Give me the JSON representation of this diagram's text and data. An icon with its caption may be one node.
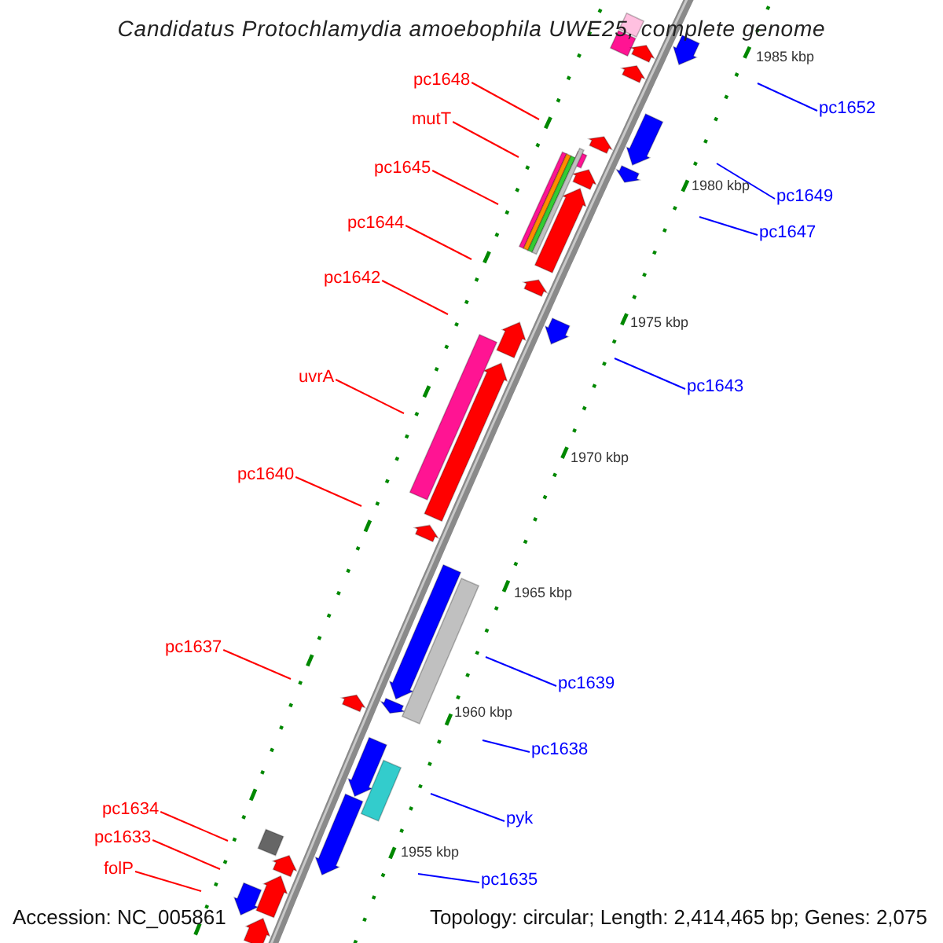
{
  "diagram": {
    "title": "Candidatus Protochlamydia amoebophila UWE25, complete genome",
    "nodes": [
      {
        "text": [
          "pc1648"
        ]
      },
      {
        "text": [
          "pc1652"
        ]
      },
      {
        "text": [
          "mutT"
        ]
      },
      {
        "text": [
          "pc1645"
        ]
      },
      {
        "text": [
          "pc1649"
        ]
      },
      {
        "text": [
          "pc1644"
        ]
      },
      {
        "text": [
          "pc1647"
        ]
      },
      {
        "text": [
          "pc1642"
        ]
      },
      {
        "text": [
          "uvrA"
        ]
      },
      {
        "text": [
          "pc1643"
        ]
      },
      {
        "text": [
          "pc1640"
        ]
      },
      {
        "text": [
          "pc1637"
        ]
      },
      {
        "text": [
          "pc1639"
        ]
      },
      {
        "text": [
          "pc1638"
        ]
      },
      {
        "text": [
          "pc1634"
        ]
      },
      {
        "text": [
          "pyk"
        ]
      },
      {
        "text": [
          "pc1633"
        ]
      },
      {
        "text": [
          "folP"
        ]
      },
      {
        "text": [
          "pc1635"
        ]
      }
    ],
    "edges": [
      {
        "from": 0,
        "to": null,
        "arrow": "none"
      },
      {
        "from": 1,
        "to": null,
        "arrow": "none",
        "color": "#0000ff"
      },
      {
        "from": 2,
        "to": null,
        "arrow": "none"
      },
      {
        "from": 3,
        "to": null,
        "arrow": "none"
      },
      {
        "from": 4,
        "to": null,
        "arrow": "none",
        "color": "#0000ff"
      },
      {
        "from": 5,
        "to": null,
        "arrow": "none"
      },
      {
        "from": 6,
        "to": null,
        "arrow": "none",
        "color": "#0000ff"
      },
      {
        "from": 7,
        "to": null,
        "arrow": "none"
      },
      {
        "from": 8,
        "to": null,
        "arrow": "none"
      },
      {
        "from": 9,
        "to": null,
        "arrow": "none",
        "color": "#0000ff"
      },
      {
        "from": 10,
        "to": null,
        "arrow": "none"
      },
      {
        "from": 11,
        "to": null,
        "arrow": "none"
      },
      {
        "from": 12,
        "to": null,
        "arrow": "none",
        "color": "#0000ff"
      },
      {
        "from": 13,
        "to": null,
        "arrow": "none",
        "color": "#0000ff"
      },
      {
        "from": 14,
        "to": null,
        "arrow": "none"
      },
      {
        "from": 15,
        "to": null,
        "arrow": "none",
        "color": "#0000ff"
      },
      {
        "from": 16,
        "to": null,
        "arrow": "none"
      },
      {
        "from": 17,
        "to": null,
        "arrow": "none"
      },
      {
        "from": 18,
        "to": null,
        "arrow": "none",
        "color": "#0000ff"
      }
    ],
    "labels": [
      "1985 kbp",
      "1980 kbp",
      "1975 kbp",
      "1970 kbp",
      "1965 kbp",
      "1960 kbp",
      "1955 kbp",
      "Accession: NC_005861",
      "Topology: circular; Length: 2,414,465 bp; Genes: 2,075"
    ]
  }
}
